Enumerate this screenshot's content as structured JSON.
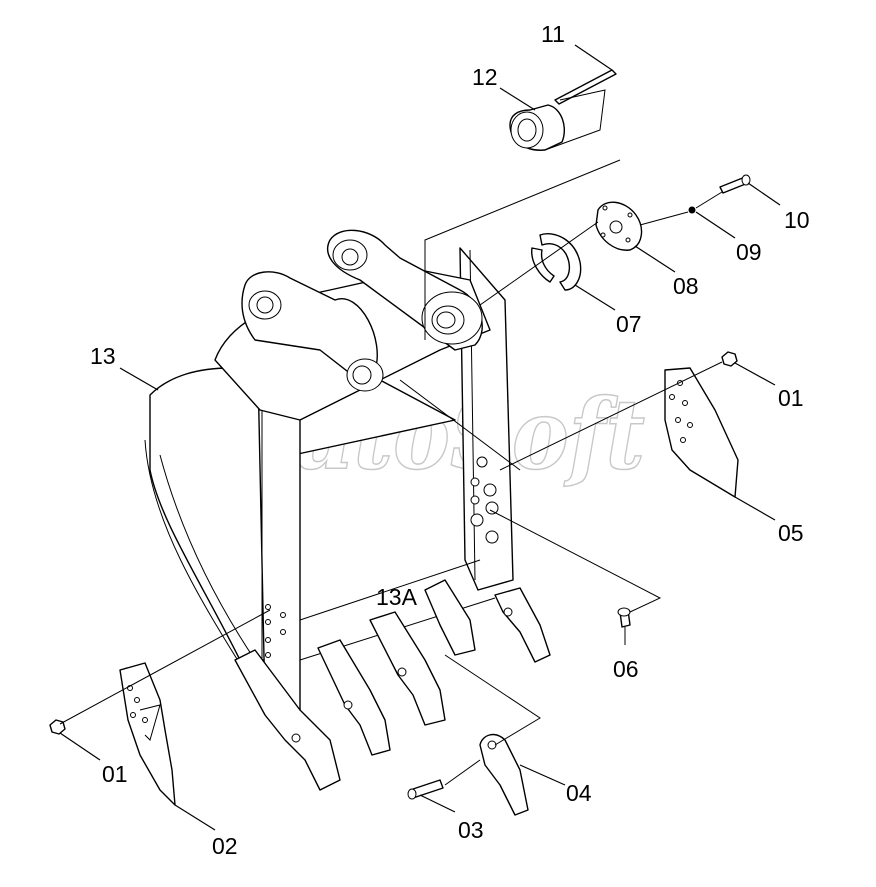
{
  "watermark": "AutoSoft",
  "labels": {
    "p11": "11",
    "p12": "12",
    "p10": "10",
    "p09": "09",
    "p08": "08",
    "p07": "07",
    "p13": "13",
    "p01_right": "01",
    "p05": "05",
    "p13A": "13A",
    "p06": "06",
    "p01_left": "01",
    "p02": "02",
    "p03": "03",
    "p04": "04"
  }
}
